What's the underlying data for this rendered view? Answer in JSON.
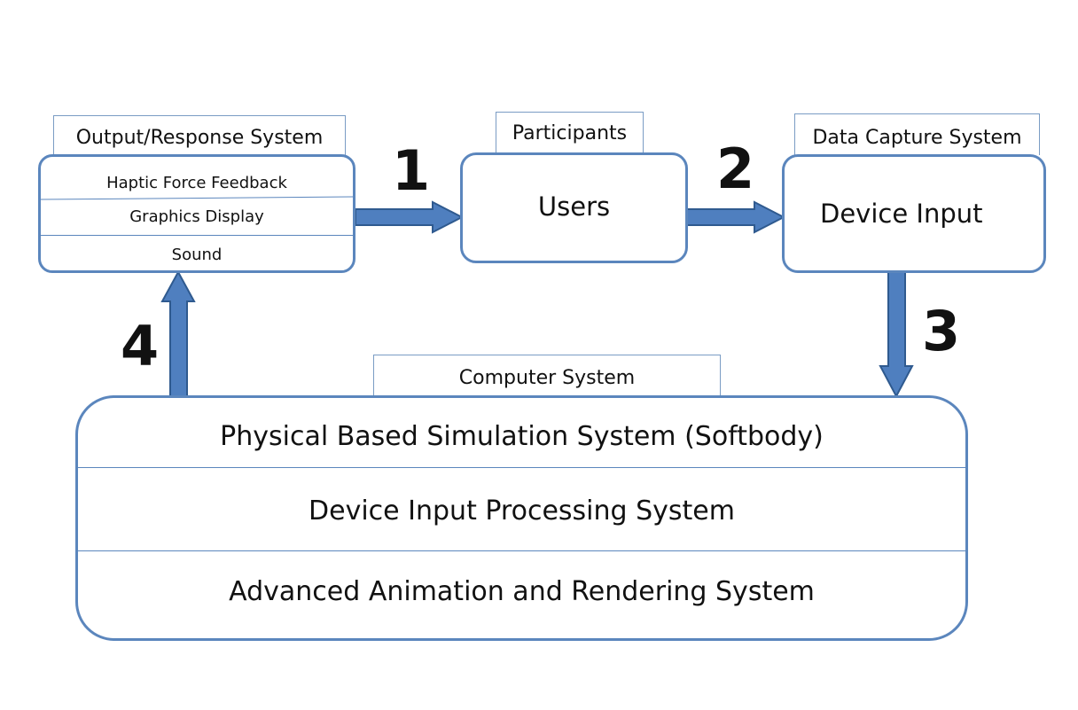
{
  "output_system": {
    "tab_label": "Output/Response System",
    "rows": [
      "Haptic Force Feedback",
      "Graphics Display",
      "Sound"
    ]
  },
  "participants": {
    "tab_label": "Participants",
    "box_label": "Users"
  },
  "data_capture": {
    "tab_label": "Data Capture System",
    "box_label": "Device Input"
  },
  "computer_system": {
    "tab_label": "Computer System",
    "rows": [
      "Physical Based Simulation System (Softbody)",
      "Device Input Processing System",
      "Advanced Animation and Rendering System"
    ]
  },
  "arrows": {
    "label_1": "1",
    "label_2": "2",
    "label_3": "3",
    "label_4": "4"
  },
  "colors": {
    "box_border": "#5b86bd",
    "arrow_fill": "#4f7fbf",
    "arrow_stroke": "#2f5a8f"
  }
}
